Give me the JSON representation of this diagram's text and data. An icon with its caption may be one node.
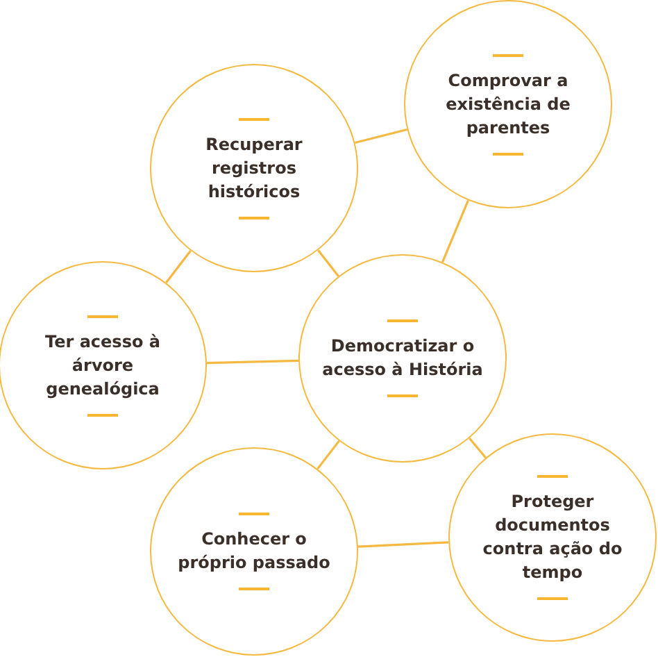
{
  "diagram": {
    "nodes": [
      {
        "text": [
          "Recuperar registros históricos"
        ]
      },
      {
        "text": [
          "Comprovar a existência de parentes"
        ]
      },
      {
        "text": [
          "Ter acesso à árvore genealógica"
        ]
      },
      {
        "text": [
          "Democratizar o acesso à História"
        ]
      },
      {
        "text": [
          "Conhecer o próprio passado"
        ]
      },
      {
        "text": [
          "Proteger documentos contra ação do tempo"
        ]
      }
    ],
    "edges": [
      {
        "from": 0,
        "to": 1,
        "arrow": "none"
      },
      {
        "from": 1,
        "to": 3,
        "arrow": "none"
      },
      {
        "from": 0,
        "to": 3,
        "arrow": "none"
      },
      {
        "from": 0,
        "to": 2,
        "arrow": "none"
      },
      {
        "from": 2,
        "to": 3,
        "arrow": "none"
      },
      {
        "from": 3,
        "to": 4,
        "arrow": "none"
      },
      {
        "from": 3,
        "to": 5,
        "arrow": "none"
      },
      {
        "from": 4,
        "to": 5,
        "arrow": "none"
      }
    ]
  }
}
